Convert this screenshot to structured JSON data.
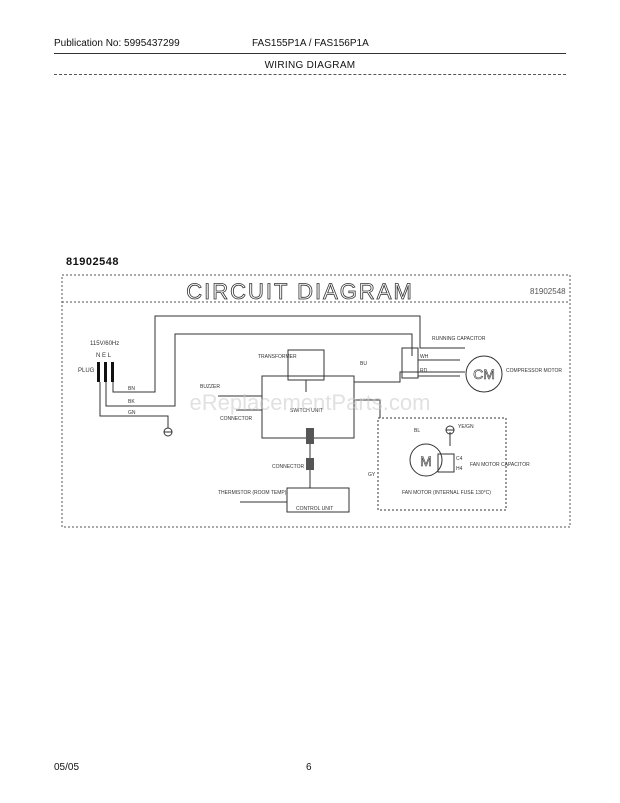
{
  "header": {
    "publication": "Publication No: 5995437299",
    "model": "FAS155P1A / FAS156P1A",
    "title": "WIRING DIAGRAM"
  },
  "document_number": "81902548",
  "diagram": {
    "title": "CIRCUIT   DIAGRAM",
    "corner_code": "81902548",
    "power": {
      "rating": "115V/60Hz",
      "terminals": "N E L",
      "plug": "PLUG"
    },
    "wires": {
      "bn": "BN",
      "bk": "BK",
      "gn": "GN",
      "bu": "BU",
      "wh": "WH",
      "rd": "RD",
      "ye_gn": "YE/GN",
      "gy": "GY",
      "bl": "BL"
    },
    "labels": {
      "running_capacitor": "RUNNING CAPACITOR",
      "compressor": "CM",
      "compressor_motor": "COMPRESSOR MOTOR",
      "transformer": "TRANSFORMER",
      "buzzer": "BUZZER",
      "connector": "CONNECTOR",
      "switch_unit": "SWITCH UNIT",
      "connector2": "CONNECTOR",
      "fan_motor": "M",
      "fan_motor_capacitor": "FAN MOTOR CAPACITOR",
      "fan_motor_caption": "FAN MOTOR (INTERNAL FUSE 130°C)",
      "thermistor": "THERMISTOR (ROOM TEMP)",
      "control_unit": "CONTROL UNIT",
      "fan_cap_c": "C4",
      "fan_cap_h": "H4"
    },
    "watermark": "eReplacementParts.com"
  },
  "footer": {
    "date": "05/05",
    "page": "6"
  }
}
